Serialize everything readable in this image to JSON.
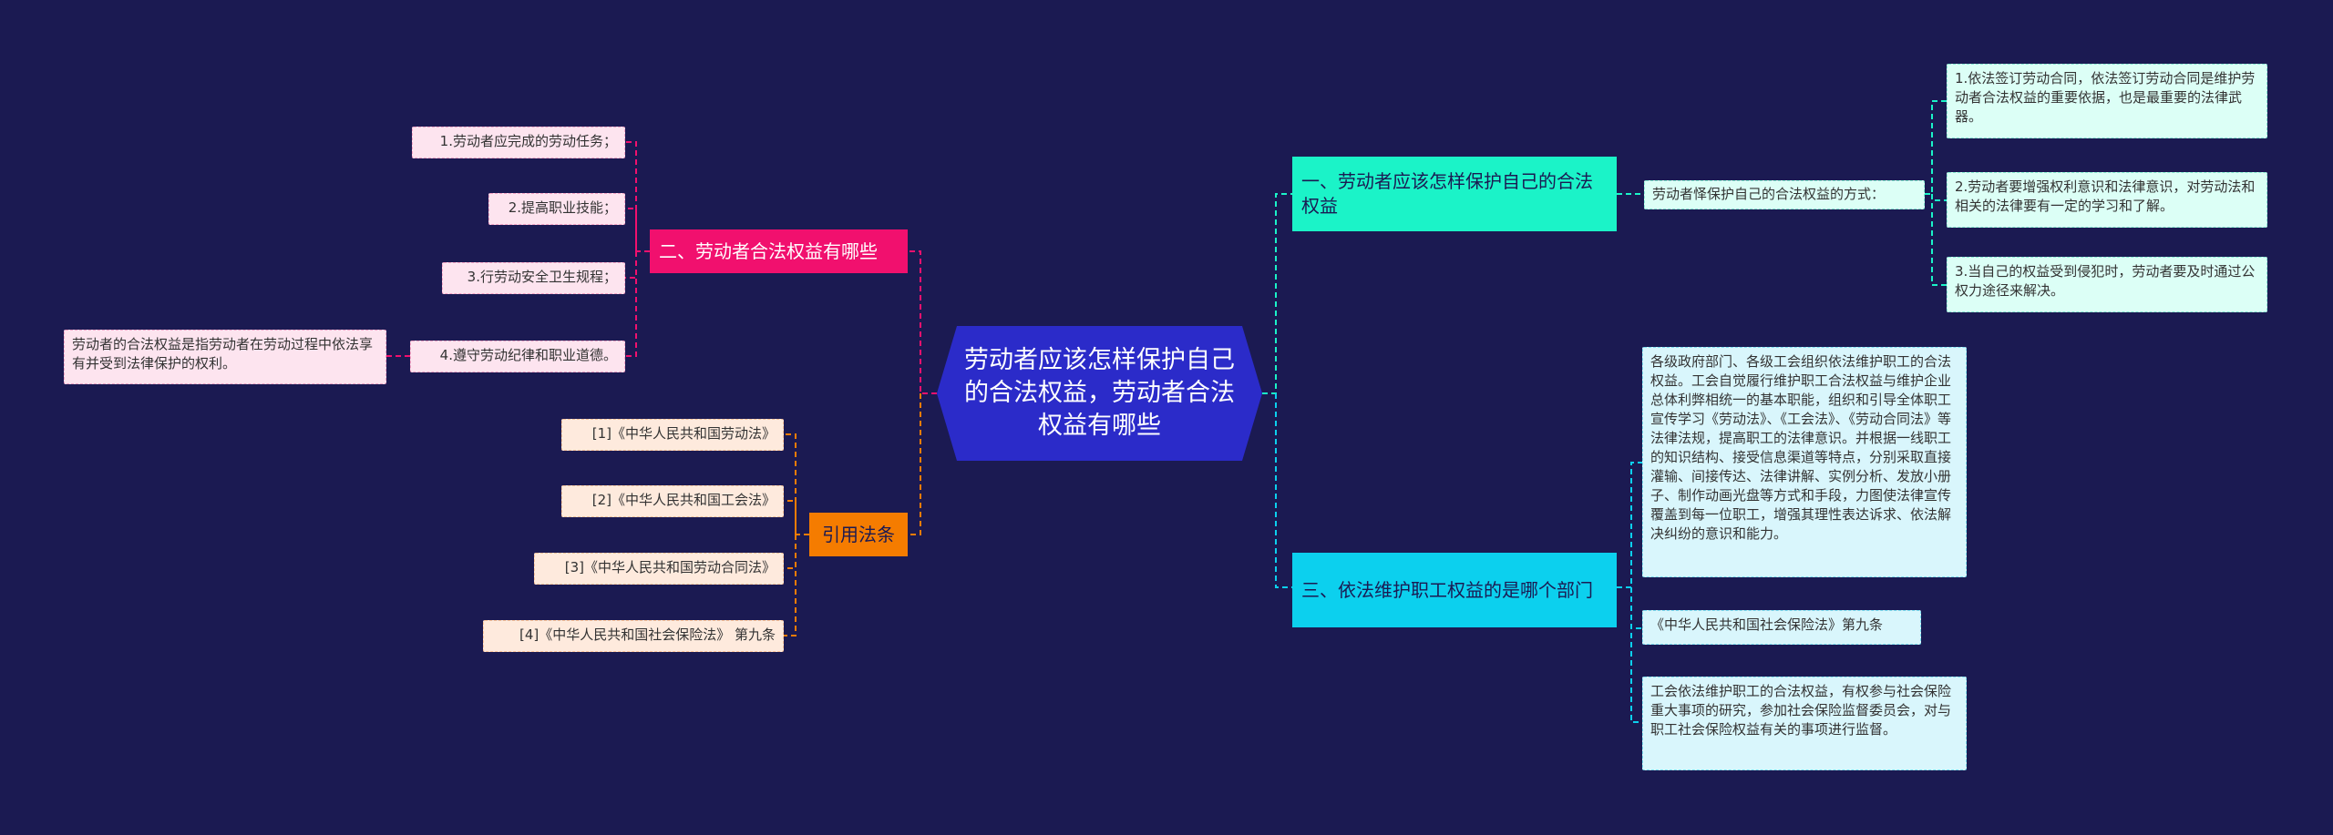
{
  "root": {
    "title": "劳动者应该怎样保护自己的合法权益，劳动者合法权益有哪些"
  },
  "branches": {
    "b1": {
      "label": "一、劳动者应该怎样保护自己的合法权益",
      "sub": "劳动者怿保护自己的合法权益的方式：",
      "items": [
        "1.依法签订劳动合同，依法签订劳动合同是维护劳动者合法权益的重要依据，也是最重要的法律武器。",
        "2.劳动者要增强权利意识和法律意识，对劳动法和相关的法律要有一定的学习和了解。",
        "3.当自己的权益受到侵犯时，劳动者要及时通过公权力途径来解决。"
      ]
    },
    "b2": {
      "label": "二、劳动者合法权益有哪些",
      "items": [
        "1.劳动者应完成的劳动任务；",
        "2.提高职业技能；",
        "3.行劳动安全卫生规程；",
        "4.遵守劳动纪律和职业道德。"
      ],
      "note": "劳动者的合法权益是指劳动者在劳动过程中依法享有并受到法律保护的权利。"
    },
    "b3": {
      "label": "三、依法维护职工权益的是哪个部门",
      "items": [
        "各级政府部门、各级工会组织依法维护职工的合法权益。工会自觉履行维护职工合法权益与维护企业总体利弊相统一的基本职能，组织和引导全体职工宣传学习《劳动法》、《工会法》、《劳动合同法》等法律法规，提高职工的法律意识。并根据一线职工的知识结构、接受信息渠道等特点，分别采取直接灌输、间接传达、法律讲解、实例分析、发放小册子、制作动画光盘等方式和手段，力图使法律宣传覆盖到每一位职工，增强其理性表达诉求、依法解决纠纷的意识和能力。",
        "《中华人民共和国社会保险法》第九条",
        "工会依法维护职工的合法权益，有权参与社会保险重大事项的研究，参加社会保险监督委员会，对与职工社会保险权益有关的事项进行监督。"
      ]
    },
    "b4": {
      "label": "引用法条",
      "items": [
        "[1]《中华人民共和国劳动法》",
        "[2]《中华人民共和国工会法》",
        "[3]《中华人民共和国劳动合同法》",
        "[4]《中华人民共和国社会保险法》 第九条"
      ]
    }
  },
  "colors": {
    "background": "#1b1a52",
    "root": "#2b2bc9",
    "teal": "#1bf3c8",
    "cyan": "#0cd0ee",
    "pink": "#f1106e",
    "orange": "#f57c00"
  }
}
